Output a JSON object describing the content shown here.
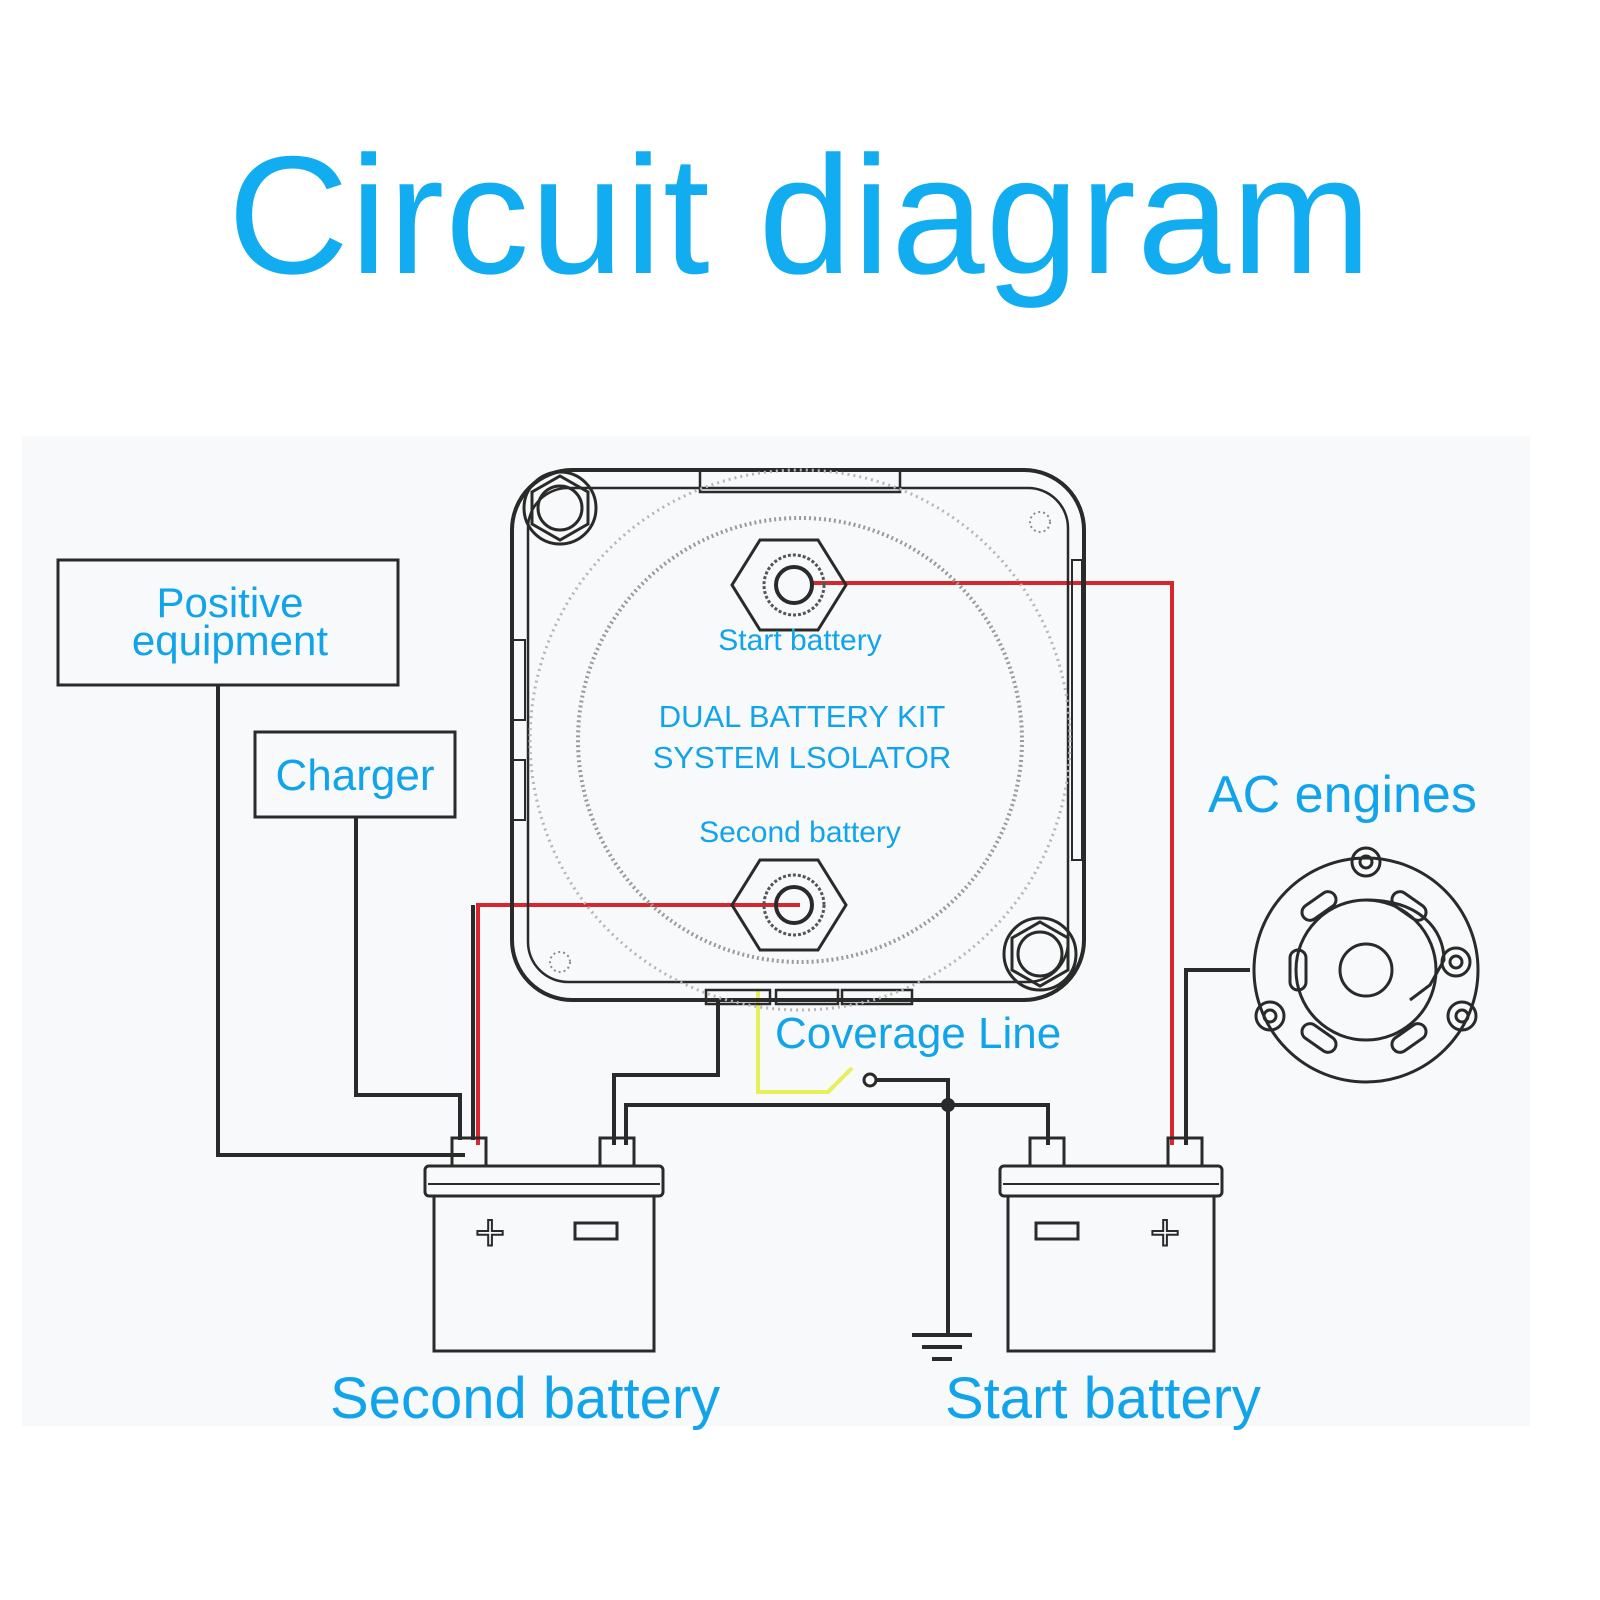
{
  "title": "Circuit diagram",
  "colors": {
    "label_blue": "#12a4ea",
    "title_blue": "#12adf0",
    "positive_wire": "#d8262e",
    "coverage_line": "#e6f05a",
    "ink": "#2a2a2a"
  },
  "boxes": {
    "positive_equipment": {
      "line1": "Positive",
      "line2": "equipment"
    },
    "charger": "Charger"
  },
  "isolator": {
    "name_line1": "DUAL BATTERY KIT",
    "name_line2": "SYSTEM LSOLATOR",
    "top_terminal": "Start battery",
    "bottom_terminal": "Second battery"
  },
  "labels": {
    "ac_engines": "AC engines",
    "coverage_line": "Coverage Line",
    "second_battery": "Second battery",
    "start_battery": "Start battery"
  },
  "battery_symbols": {
    "positive": "+",
    "negative": "−"
  }
}
